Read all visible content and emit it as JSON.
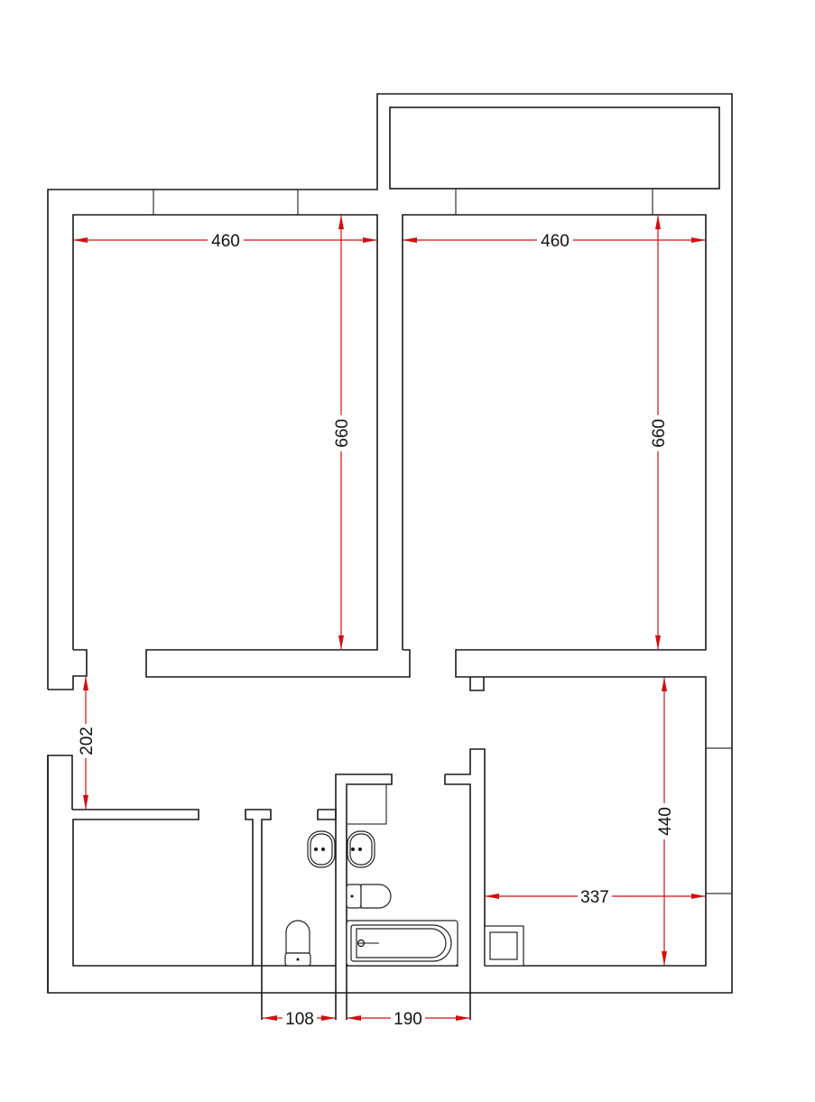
{
  "plan": {
    "colors": {
      "walls": "#1a1a1a",
      "dimensions": "#d01010",
      "text": "#111111",
      "background": "#ffffff"
    },
    "dimensions": {
      "room1_width": "460",
      "room2_width": "460",
      "room1_length": "660",
      "room2_length": "660",
      "corridor_width": "202",
      "bottom_right_height": "440",
      "bottom_right_width": "337",
      "wc_width": "108",
      "bathroom_width": "190"
    },
    "fixtures": [
      "sink",
      "sink",
      "toilet",
      "toilet",
      "bathtub",
      "shower-tray"
    ]
  }
}
